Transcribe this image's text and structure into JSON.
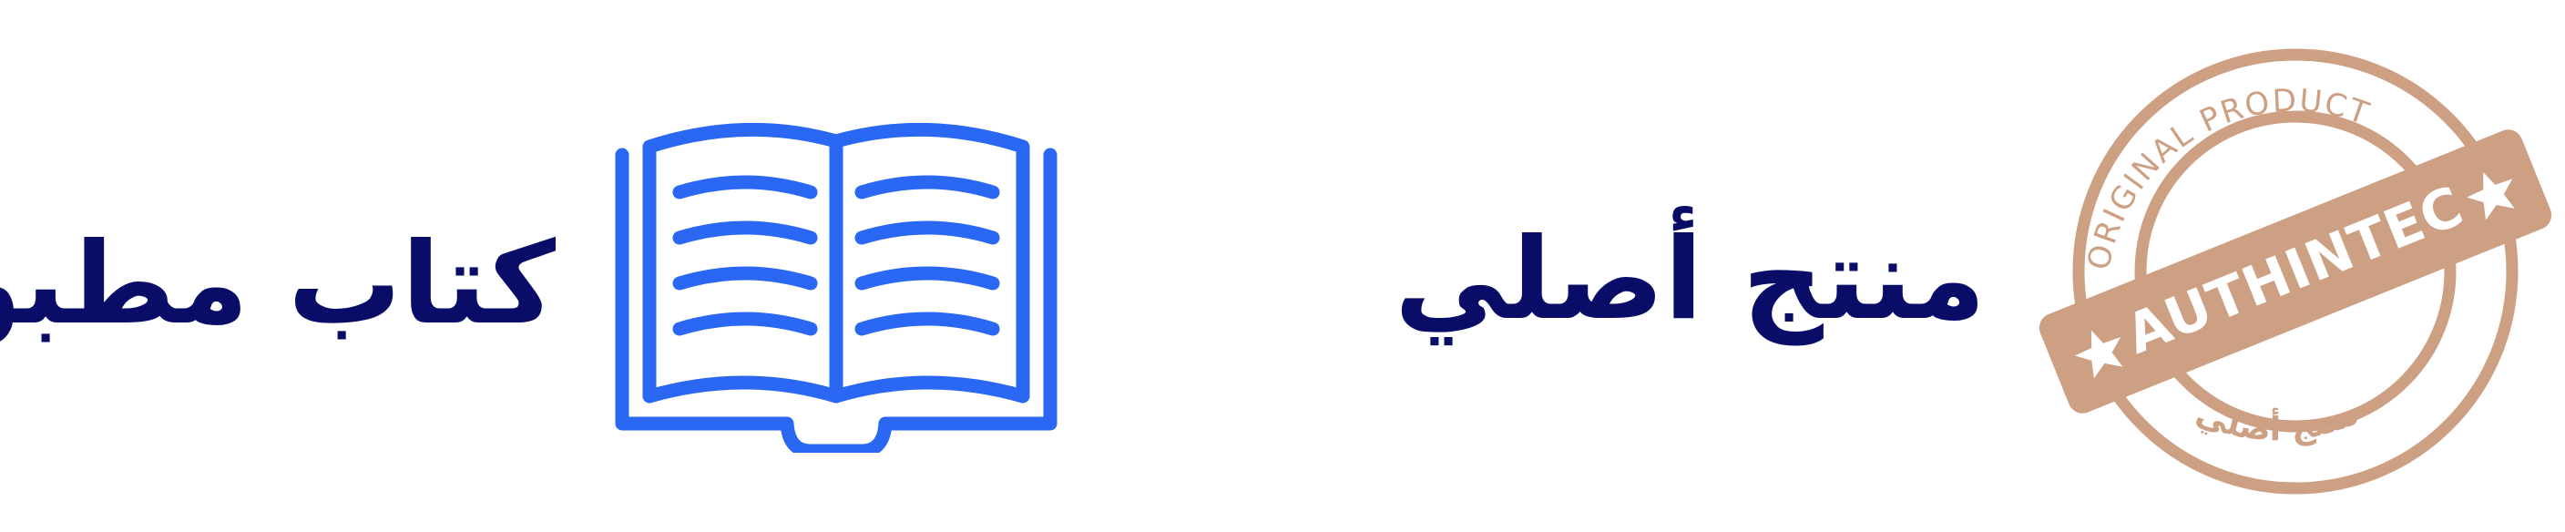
{
  "colors": {
    "navy_text": "#0a0d68",
    "book_blue": "#2a68f4",
    "stamp_tan": "#cd9f83",
    "background": "#ffffff"
  },
  "features": [
    {
      "label": "كتاب مطبوع",
      "icon": "open-book-icon"
    },
    {
      "label": "منتج أصلي",
      "icon": "authenticity-stamp"
    }
  ],
  "stamp": {
    "top_arc": "ORIGINAL PRODUCT",
    "band": "AUTHINTEC",
    "bottom_arc": "منتج أصلي"
  }
}
